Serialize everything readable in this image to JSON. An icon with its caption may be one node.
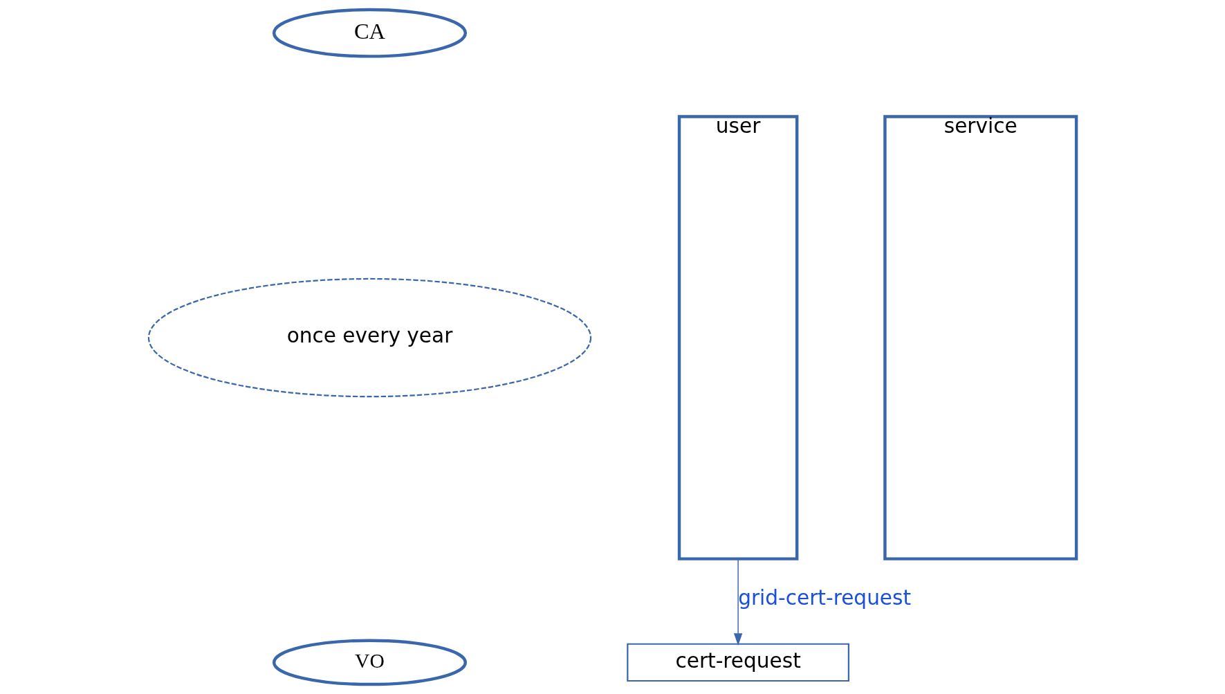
{
  "diagram": {
    "nodes": [
      {
        "text": [
          "CA"
        ]
      },
      {
        "text": [
          "user"
        ]
      },
      {
        "text": [
          "cert-request"
        ]
      },
      {
        "text": [
          "once every year"
        ]
      },
      {
        "text": [
          "VO"
        ]
      },
      {
        "text": [
          "service"
        ]
      }
    ],
    "edges": [
      {
        "from": 1,
        "to": 2,
        "label": "grid-cert-request",
        "arrow": "to"
      }
    ]
  }
}
